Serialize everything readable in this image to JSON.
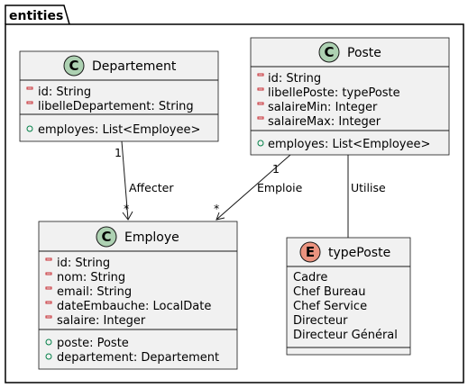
{
  "package": {
    "name": "entities"
  },
  "classes": {
    "departement": {
      "name": "Departement",
      "badge": "C",
      "attributes": [
        "id: String",
        "libelleDepartement: String"
      ],
      "methods": [
        "employes: List<Employee>"
      ]
    },
    "poste": {
      "name": "Poste",
      "badge": "C",
      "attributes": [
        "id: String",
        "libellePoste: typePoste",
        "salaireMin: Integer",
        "salaireMax: Integer"
      ],
      "methods": [
        "employes: List<Employee>"
      ]
    },
    "employe": {
      "name": "Employe",
      "badge": "C",
      "attributes": [
        "id: String",
        "nom: String",
        "email: String",
        "dateEmbauche: LocalDate",
        "salaire: Integer"
      ],
      "methods": [
        "poste: Poste",
        "departement: Departement"
      ]
    },
    "typePoste": {
      "name": "typePoste",
      "badge": "E",
      "values": [
        "Cadre",
        "Chef Bureau",
        "Chef Service",
        "Directeur",
        "Directeur Général"
      ]
    }
  },
  "relations": {
    "affecter": {
      "label": "Affecter",
      "from_mult": "1",
      "to_mult": "*"
    },
    "emploie": {
      "label": "Emploie",
      "from_mult": "1",
      "to_mult": "*"
    },
    "utilise": {
      "label": "Utilise"
    }
  },
  "colors": {
    "class_badge": "#add1b2",
    "enum_badge": "#eb937f",
    "private_marker": "#c82930",
    "public_marker": "#038048",
    "box_fill": "#f1f1f1"
  }
}
